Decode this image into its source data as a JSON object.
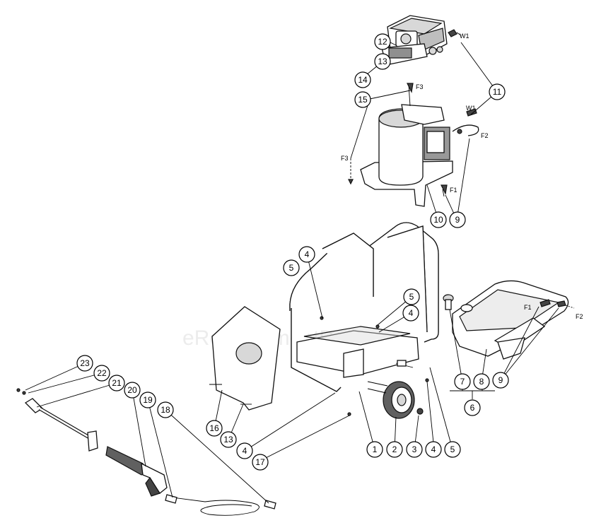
{
  "watermark": "eReplacementParts.com",
  "callouts": {
    "c1": "1",
    "c2": "2",
    "c3": "3",
    "c4a": "4",
    "c4b": "4",
    "c4c": "4",
    "c4d": "4",
    "c5a": "5",
    "c5b": "5",
    "c5c": "5",
    "c6": "6",
    "c7": "7",
    "c8": "8",
    "c9a": "9",
    "c9b": "9",
    "c10": "10",
    "c11": "11",
    "c12": "12",
    "c13a": "13",
    "c13b": "13",
    "c14": "14",
    "c15": "15",
    "c16": "16",
    "c17": "17",
    "c18": "18",
    "c19": "19",
    "c20": "20",
    "c21": "21",
    "c22": "22",
    "c23": "23"
  },
  "labels": {
    "w1_top": "W1",
    "w1_mid": "W1",
    "f3_top": "F3",
    "f3_left": "F3",
    "f2_mid": "F2",
    "f1_mid": "F1",
    "f1_tank": "F1",
    "f2_tank": "F2"
  },
  "colors": {
    "line": "#111111",
    "fill": "#ffffff",
    "shade": "#d8d8d8"
  }
}
